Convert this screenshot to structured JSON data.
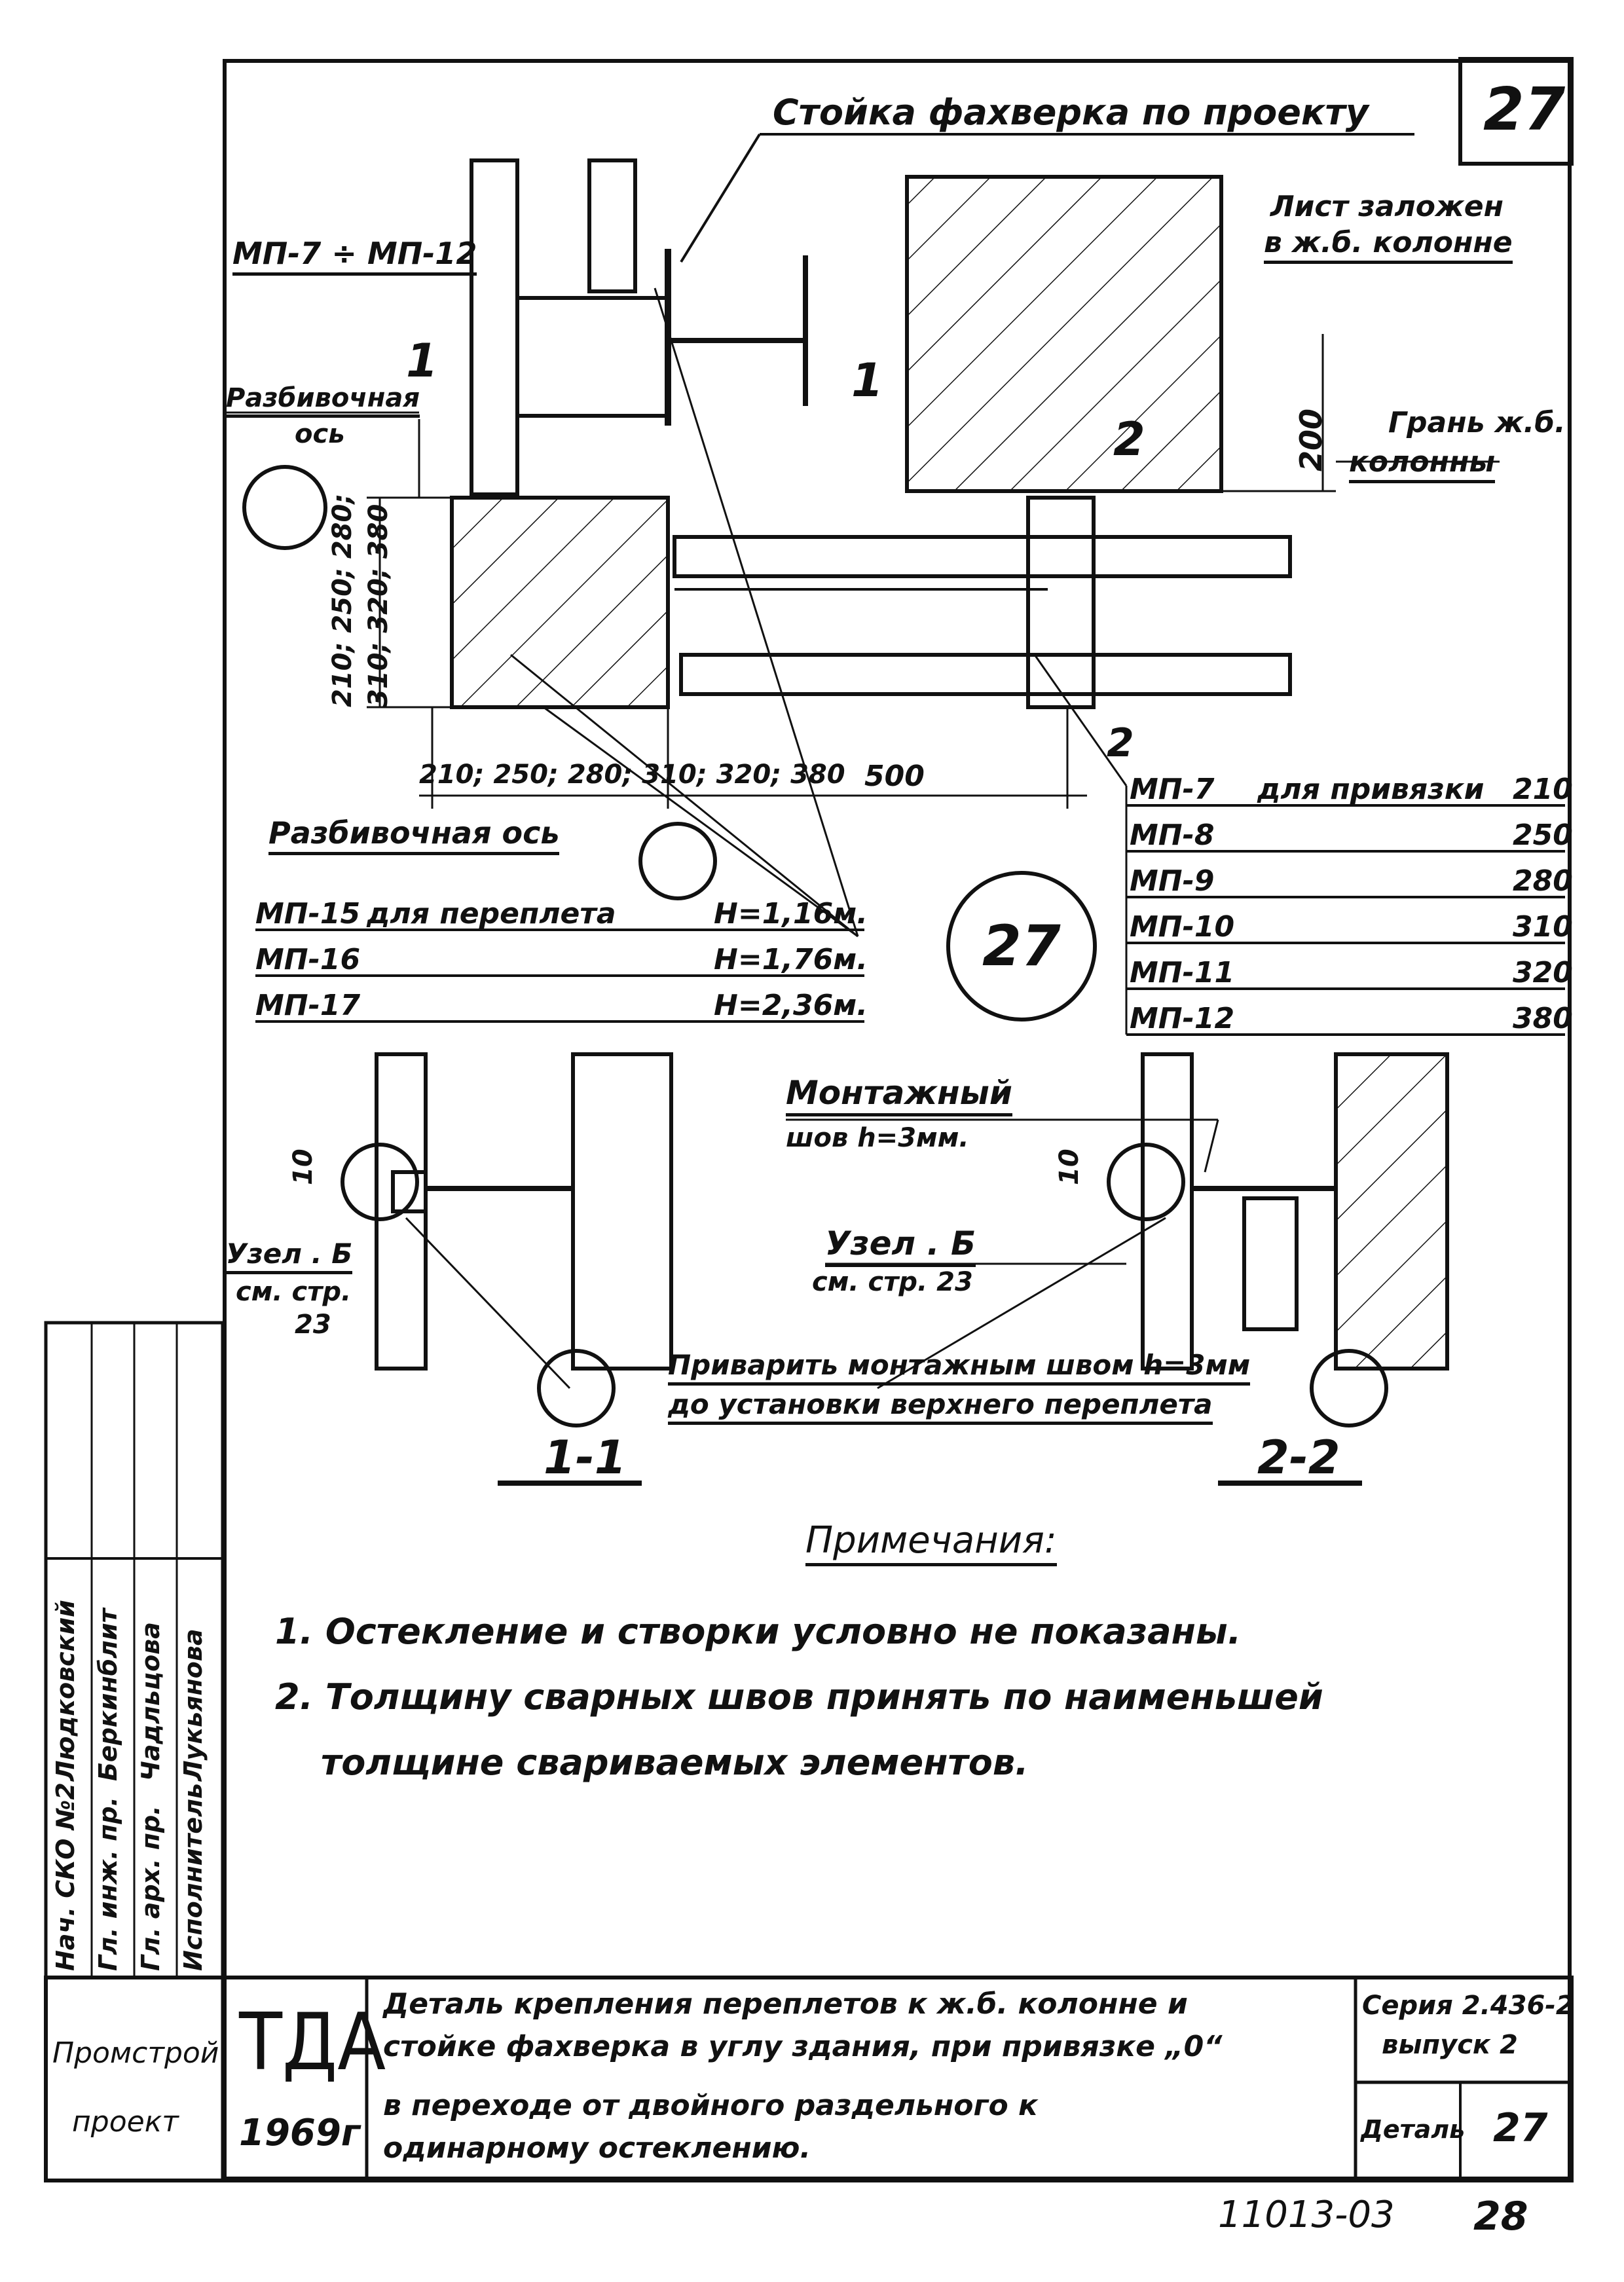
{
  "sheet_number": "27",
  "labels": {
    "stoyka": "Стойка фахверка по проекту",
    "mp_range": "МП-7 ÷ МП-12",
    "list": "Лист заложен",
    "list2": "в ж.б. колонне",
    "razb_os_1": "Разбивочная",
    "razb_os_1b": "ось",
    "gran": "Грань ж.б.",
    "gran2": "колонны",
    "dim_200": "200",
    "dims_vert_1": "210; 250; 280;",
    "dims_vert_2": "310; 320; 380",
    "dims_horiz": "210; 250; 280; 310; 320; 380",
    "dim_500": "500",
    "razb_os_2": "Разбивочная ось",
    "section_1_mark": "1",
    "section_2_mark": "2",
    "circle_27": "27",
    "montazh": "Монтажный",
    "montazh2": "шов h=3мм.",
    "uzel_b": "Узел . Б",
    "sm_str_23": "см. стр. 23",
    "uzel_left": "Узел . Б",
    "sm_str_left": "см. стр.",
    "str_23": "23",
    "privarit": "Приварить монтажным швом h=3мм",
    "privarit2": "до установки верхнего переплета",
    "cut_11": "1-1",
    "cut_22": "2-2",
    "dim_10_left": "10",
    "dim_10_right": "10"
  },
  "mp_left": [
    {
      "code": "МП-15",
      "desc": "для переплета",
      "h": "H=1,16м."
    },
    {
      "code": "МП-16",
      "desc": "",
      "h": "H=1,76м."
    },
    {
      "code": "МП-17",
      "desc": "",
      "h": "H=2,36м."
    }
  ],
  "mp_right": [
    {
      "code": "МП-7",
      "desc": "для привязки",
      "val": "210"
    },
    {
      "code": "МП-8",
      "desc": "",
      "val": "250"
    },
    {
      "code": "МП-9",
      "desc": "",
      "val": "280"
    },
    {
      "code": "МП-10",
      "desc": "",
      "val": "310"
    },
    {
      "code": "МП-11",
      "desc": "",
      "val": "320"
    },
    {
      "code": "МП-12",
      "desc": "",
      "val": "380"
    }
  ],
  "notes": {
    "title": "Примечания:",
    "items": [
      "1. Остекление и створки условно не показаны.",
      "2. Толщину сварных швов принять по наименьшей",
      "толщине свариваемых элементов."
    ]
  },
  "side_stamp": {
    "roles": [
      "Нач. СКО №2",
      "Гл. инж. пр.",
      "Гл. арх. пр.",
      "Исполнитель"
    ],
    "names": [
      "Людковский",
      "Беркинблит",
      "Чадльцова",
      "Лукьянова"
    ]
  },
  "title_block": {
    "org1": "Промстрой",
    "org2": "проект",
    "tda": "ТДА",
    "year": "1969г",
    "title_lines": [
      "Деталь крепления переплетов к ж.б. колонне и",
      "стойке фахверка в углу здания, при привязке „0“",
      "в переходе от двойного раздельного к",
      "одинарному остеклению."
    ],
    "series": "Серия 2.436-2",
    "issue": "выпуск 2",
    "detail_label": "Деталь",
    "detail_num": "27"
  },
  "footer": {
    "code": "11013-03",
    "page": "28"
  }
}
